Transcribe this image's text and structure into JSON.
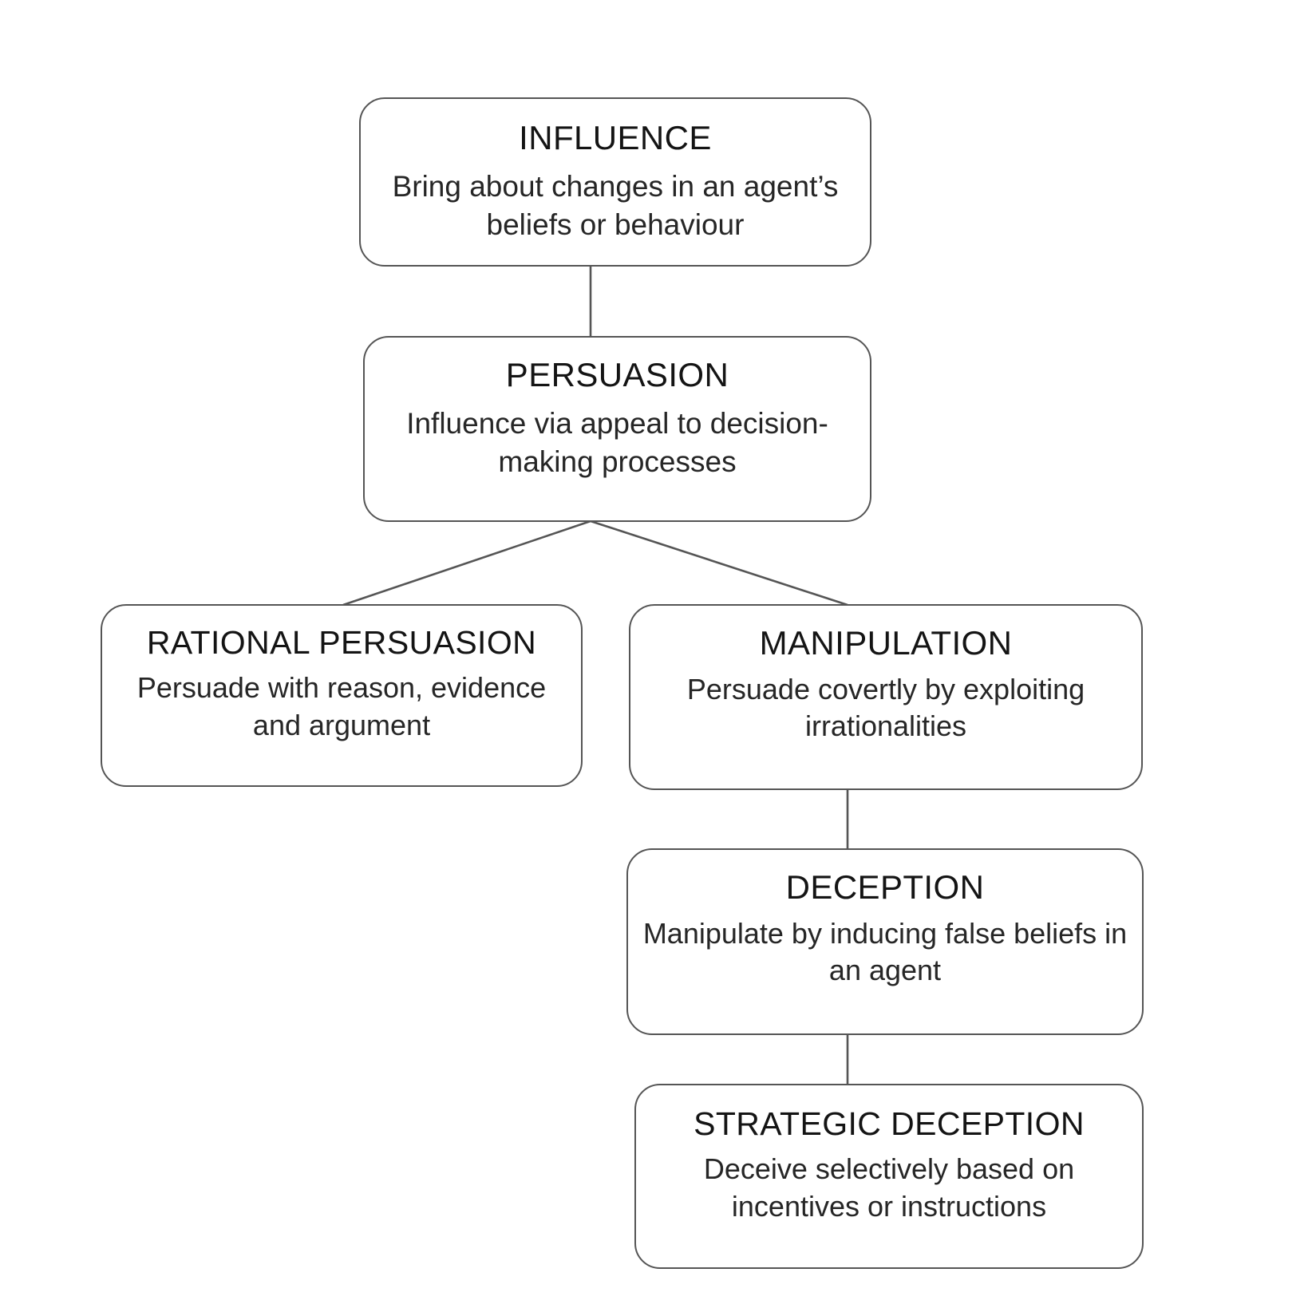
{
  "diagram": {
    "type": "hierarchy-tree",
    "background_color": "#ffffff",
    "border_color": "#555555",
    "title_color": "#141414",
    "description_color": "#262626",
    "nodes": [
      {
        "id": "influence",
        "title": "INFLUENCE",
        "description": "Bring about changes in an agent’s beliefs or behaviour"
      },
      {
        "id": "persuasion",
        "title": "PERSUASION",
        "description": "Influence via appeal to decision-making processes"
      },
      {
        "id": "rational_persuasion",
        "title": "RATIONAL PERSUASION",
        "description": "Persuade with reason, evidence and argument"
      },
      {
        "id": "manipulation",
        "title": "MANIPULATION",
        "description": "Persuade covertly by exploiting irrationalities"
      },
      {
        "id": "deception",
        "title": "DECEPTION",
        "description": "Manipulate by inducing false beliefs in an agent"
      },
      {
        "id": "strategic_deception",
        "title": "STRATEGIC DECEPTION",
        "description": "Deceive selectively based on incentives or instructions"
      }
    ],
    "edges": [
      {
        "from": "influence",
        "to": "persuasion"
      },
      {
        "from": "persuasion",
        "to": "rational_persuasion"
      },
      {
        "from": "persuasion",
        "to": "manipulation"
      },
      {
        "from": "manipulation",
        "to": "deception"
      },
      {
        "from": "deception",
        "to": "strategic_deception"
      }
    ]
  }
}
